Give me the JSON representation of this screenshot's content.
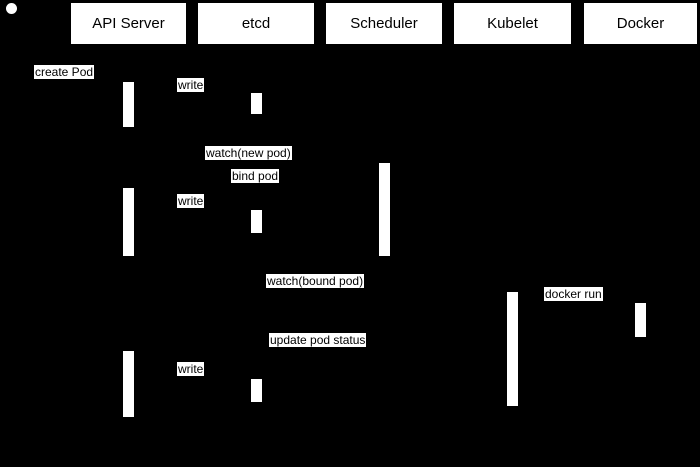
{
  "diagram": {
    "type": "sequence",
    "background_color": "#000000",
    "node_fill_color": "#ffffff",
    "text_color": "#000000"
  },
  "actors": [
    {
      "label": "API Server"
    },
    {
      "label": "etcd"
    },
    {
      "label": "Scheduler"
    },
    {
      "label": "Kubelet"
    },
    {
      "label": "Docker"
    }
  ],
  "messages": [
    {
      "label": "create Pod"
    },
    {
      "label": "write"
    },
    {
      "label": "watch(new pod)"
    },
    {
      "label": "bind pod"
    },
    {
      "label": "write"
    },
    {
      "label": "watch(bound pod)"
    },
    {
      "label": "docker run"
    },
    {
      "label": "update pod status"
    },
    {
      "label": "write"
    }
  ]
}
